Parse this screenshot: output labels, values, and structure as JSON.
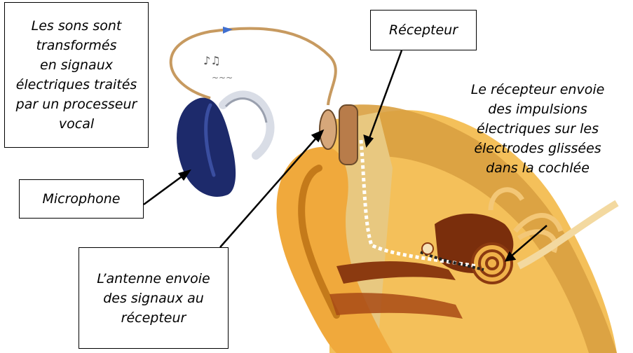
{
  "colors": {
    "skin": "#f2b24a",
    "skin_dark": "#d98a1f",
    "inner_dark": "#8b3a10",
    "bone": "#e6c07a",
    "device_blue": "#1d2a6b",
    "wire": "#c79a60",
    "accent_blue": "#3f6fd0"
  },
  "labels": {
    "sounds": [
      "Les sons sont",
      "transformés",
      "en signaux",
      "électriques traités",
      "par un processeur",
      "vocal"
    ],
    "microphone": "Microphone",
    "recepteur": "Récepteur",
    "impulsions": [
      "Le récepteur envoie",
      "des impulsions",
      "électriques sur les",
      "électrodes glissées",
      "dans la cochlée"
    ],
    "antenne": [
      "L’antenne envoie",
      "des signaux au",
      "récepteur"
    ]
  }
}
